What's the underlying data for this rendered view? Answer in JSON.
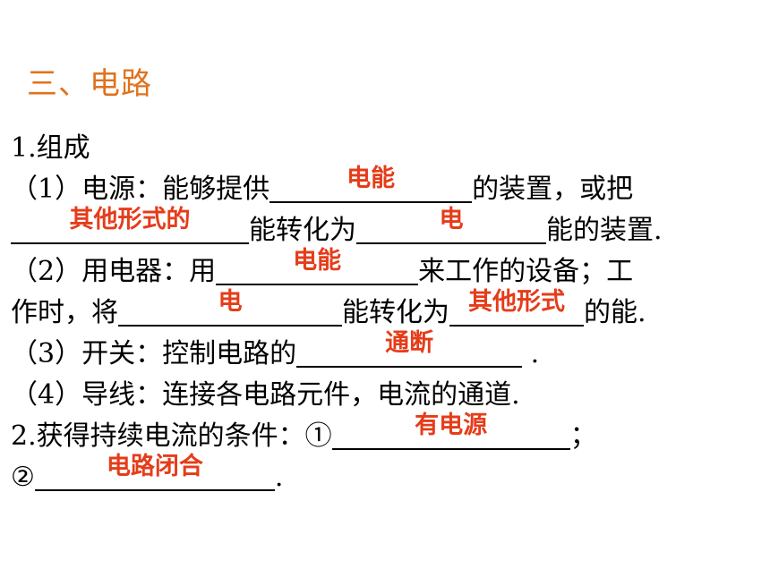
{
  "title": "三、电路",
  "accent_colors": {
    "title": "#e0721d",
    "answer": "#e53c1a"
  },
  "lines": {
    "l1": {
      "text": "1.组成"
    },
    "l2": {
      "pre": "（1）电源：能够提供",
      "ans": "电能",
      "post": "的装置，或把"
    },
    "l3": {
      "ans": "其他形式的",
      "mid": "能转化为",
      "ans2": "电",
      "post": "能的装置."
    },
    "l4": {
      "pre": "（2）用电器：用",
      "ans": "电能",
      "post": "来工作的设备；工"
    },
    "l5": {
      "pre": "作时，将",
      "ans": "电",
      "mid": "能转化为",
      "ans2": "其他形式",
      "post": "的能."
    },
    "l6": {
      "pre": "（3）开关：控制电路的",
      "ans": "通断",
      "post": " ."
    },
    "l7": {
      "text": "（4）导线：连接各电路元件，电流的通道."
    },
    "l8": {
      "pre": "2.获得持续电流的条件：①",
      "ans": "有电源",
      "post": "；"
    },
    "l9": {
      "pre": "②",
      "ans": "电路闭合",
      "post": "."
    }
  }
}
